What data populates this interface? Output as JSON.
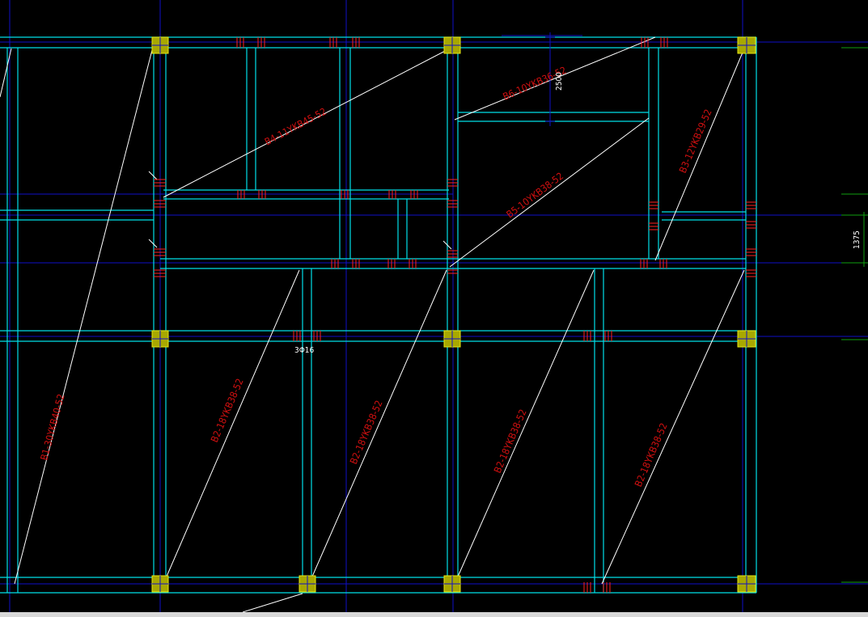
{
  "colors": {
    "background": "#000000",
    "grid_axis": "#1010c8",
    "grid_axis_green": "#10a010",
    "beam": "#00e0e8",
    "slab_line": "#ffffff",
    "label": "#d01010",
    "column_fill": "#a8a800",
    "column_stroke": "#e8e810",
    "dimension_text": "#ffffff"
  },
  "slab_labels": [
    "B1-30YKB40-52",
    "B2-18YKB38-52",
    "B2-18YKB38-52",
    "B2-18YKB38-52",
    "B2-18YKB38-52",
    "B3-12YKB29-52",
    "B4-11YKB45-52",
    "B5-10YKB38-52",
    "B6-10YKB36-52"
  ],
  "annotations": {
    "rebar_note": "3Φ16",
    "dimension_right": "1375",
    "dimension_top": "2500"
  },
  "icons": {
    "column": "square-column-icon",
    "rebar": "rebar-tick-mark-icon"
  }
}
